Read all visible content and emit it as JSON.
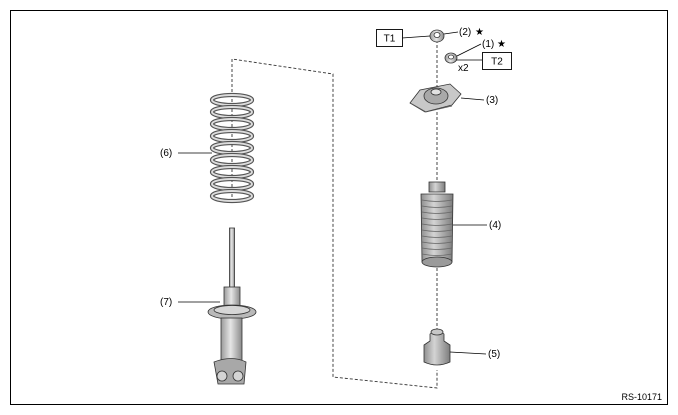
{
  "parts": {
    "nut_1": {
      "number": "(1)",
      "marker": "★",
      "qty": "x2"
    },
    "nut_2": {
      "number": "(2)",
      "marker": "★"
    },
    "mount_3": {
      "number": "(3)"
    },
    "boot_4": {
      "number": "(4)"
    },
    "bumper_5": {
      "number": "(5)"
    },
    "spring_6": {
      "number": "(6)"
    },
    "strut_7": {
      "number": "(7)"
    }
  },
  "torque_boxes": {
    "t1": "T1",
    "t2": "T2"
  },
  "reference_code": "RS-10171",
  "colors": {
    "frame": "#000000",
    "part_fill_light": "#d9d9d9",
    "part_fill_mid": "#b5b5b5",
    "part_fill_dark": "#8c8c8c",
    "outline": "#333333"
  }
}
